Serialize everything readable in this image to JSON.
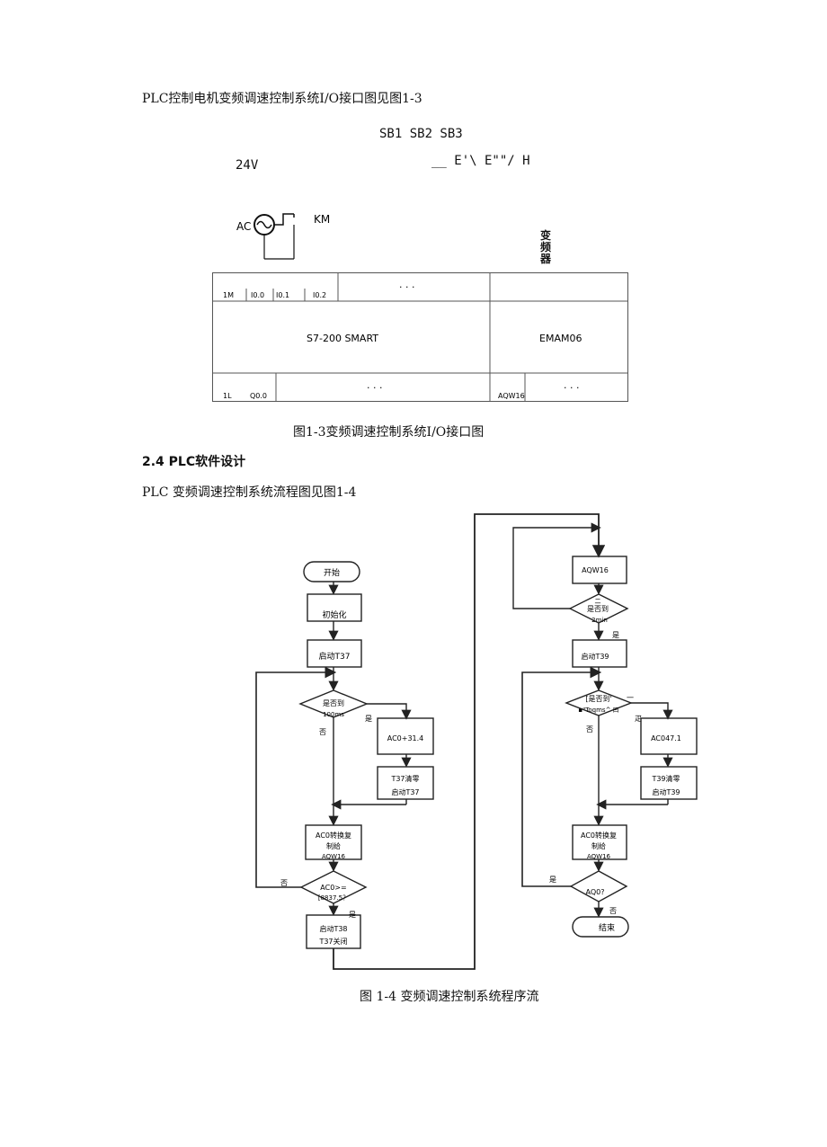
{
  "text": {
    "intro_io": "PLC控制电机变频调速控制系统I/O接口图见图1-3",
    "sb_labels": "SB1 SB2 SB3",
    "v24": "24V",
    "garbled_line": "__ E'\\ E\"\"/ H",
    "ac": "AC",
    "km": "KM",
    "vfd": [
      "变",
      "频",
      "器"
    ],
    "caption_io": "图1-3变频调速控制系统I/O接口图",
    "section_heading": "2.4 PLC软件设计",
    "intro_flow": "PLC 变频调速控制系统流程图见图1-4",
    "caption_flow": "图 1-4 变频调速控制系统程序流"
  },
  "io_table": {
    "top_terms": [
      "1M",
      "I0.0",
      "I0.1",
      "I0.2"
    ],
    "bottom_terms": [
      "1L",
      "Q0.0"
    ],
    "ellipsis": "· · ·",
    "plc_model": "S7-200 SMART",
    "module": "EMAM06",
    "module_bottom_term": "AQW16"
  },
  "flow_left": {
    "start": "开始",
    "init": "初始化",
    "start_t37": "启动T37",
    "dec1": [
      "是否到",
      "100ms"
    ],
    "yes1": "是",
    "no1": "否",
    "ac_add": "AC0+31.4",
    "t37_clear": [
      "T37清零",
      "启动T37"
    ],
    "convert": [
      "AC0转换复",
      "制给",
      "AQW16"
    ],
    "dec2": [
      "AC0>=",
      "[8837.5？"
    ],
    "no2": "否",
    "yes2": "是",
    "start_t38": [
      "启动T38",
      "T37关闭"
    ]
  },
  "flow_right": {
    "aqw16": "AQW16",
    "dec1": [
      "是否到",
      "二",
      "2min"
    ],
    "yes1": "是",
    "start_t39": "启动T39",
    "dec2": [
      "[是否到'",
      "▪\"Toqms^ 曰"
    ],
    "dash": "一",
    "yes2": "疋",
    "no2": "否",
    "ac_sub": "AC047.1",
    "t39_clear": [
      "T39清零",
      "启动T39"
    ],
    "convert": [
      "AC0转换复",
      "制给",
      "AQW16"
    ],
    "dec3": "AQ0?",
    "yes3": "是",
    "no3": "否",
    "end": "结束"
  }
}
